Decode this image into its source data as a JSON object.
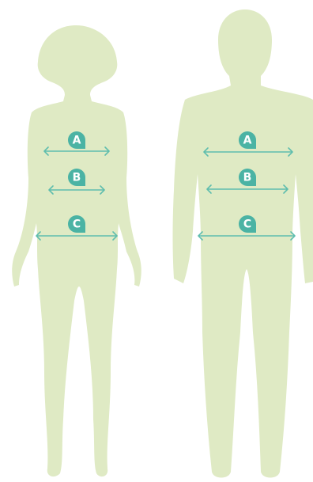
{
  "figures": [
    {
      "name": "female",
      "measurements": [
        {
          "label": "A"
        },
        {
          "label": "B"
        },
        {
          "label": "C"
        }
      ]
    },
    {
      "name": "male",
      "measurements": [
        {
          "label": "A"
        },
        {
          "label": "B"
        },
        {
          "label": "C"
        }
      ]
    }
  ],
  "colors": {
    "silhouette": "#dfeac4",
    "badge": "#4bb3a4",
    "line": "#5fbdae",
    "background": "#ffffff"
  }
}
